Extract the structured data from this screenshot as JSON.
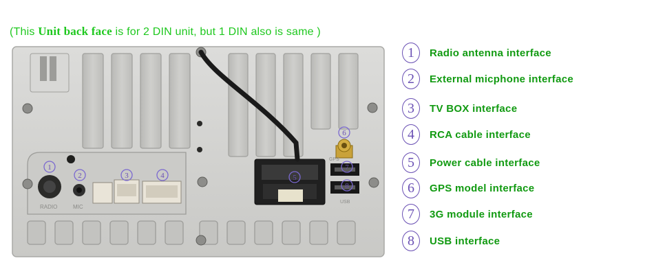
{
  "caption": {
    "prefix": "(This ",
    "bold": "Unit back face",
    "suffix": " is for 2 DIN unit, but 1 DIN also is same )"
  },
  "photo_labels": {
    "radio": "RADIO",
    "mic": "MIC",
    "usb": "USB",
    "gps": "GPS"
  },
  "callouts": [
    "1",
    "2",
    "3",
    "4",
    "5",
    "6",
    "7",
    "8"
  ],
  "legend": [
    {
      "num": "1",
      "text": "Radio antenna interface"
    },
    {
      "num": "2",
      "text": "External micphone interface"
    },
    {
      "num": "3",
      "text": "TV BOX interface"
    },
    {
      "num": "4",
      "text": "RCA cable interface"
    },
    {
      "num": "5",
      "text": "Power cable interface"
    },
    {
      "num": "6",
      "text": "GPS model interface"
    },
    {
      "num": "7",
      "text": "3G module interface"
    },
    {
      "num": "8",
      "text": "USB interface"
    }
  ],
  "colors": {
    "caption": "#1ec81e",
    "legend_text": "#119a11",
    "legend_number": "#6a50b4",
    "panel": "#d4d4d2"
  }
}
